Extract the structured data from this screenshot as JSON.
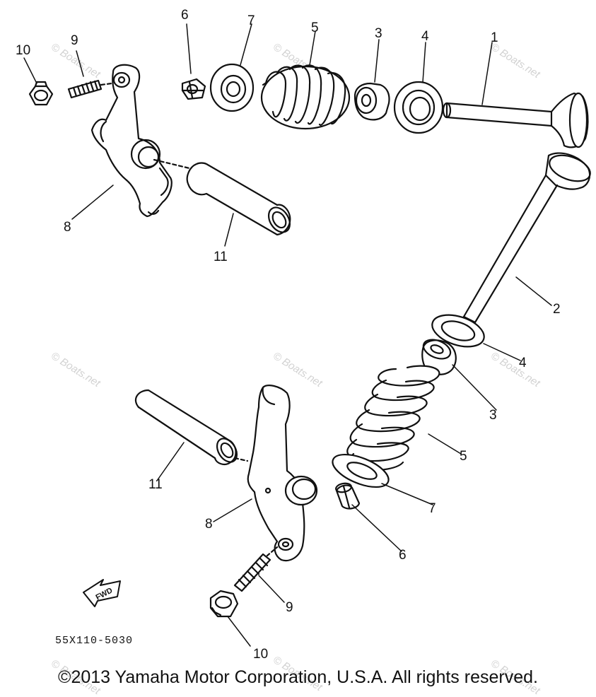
{
  "diagram": {
    "callouts": {
      "c1": "1",
      "c2": "2",
      "c3_top": "3",
      "c4_top": "4",
      "c5_top": "5",
      "c6_top": "6",
      "c7_top": "7",
      "c8_top": "8",
      "c9_top": "9",
      "c10_top": "10",
      "c11_top": "11",
      "c3_bot": "3",
      "c4_bot": "4",
      "c5_bot": "5",
      "c6_bot": "6",
      "c7_bot": "7",
      "c8_bot": "8",
      "c9_bot": "9",
      "c10_bot": "10",
      "c11_bot": "11"
    },
    "fwd_label": "FWD",
    "part_code": "55X110-5030",
    "copyright": "©2013 Yamaha Motor Corporation, U.S.A. All rights reserved.",
    "watermark": "© Boats.net"
  }
}
